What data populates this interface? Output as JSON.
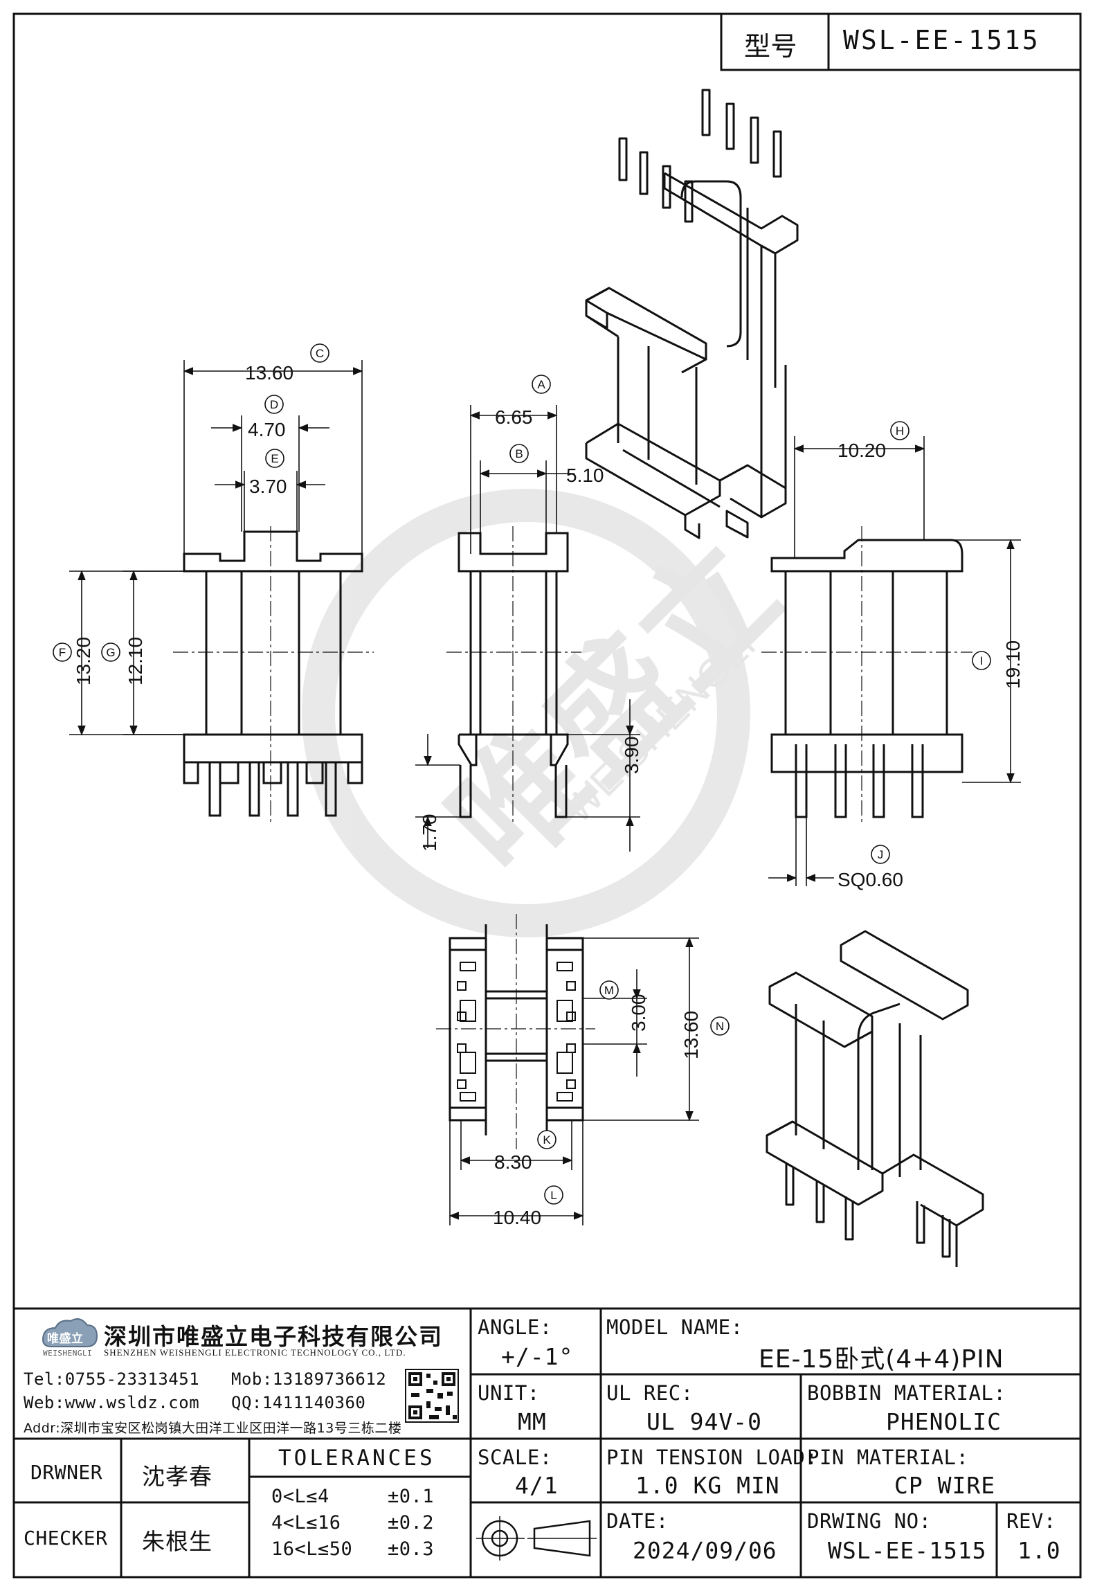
{
  "header": {
    "model_label": "型号",
    "model_value": "WSL-EE-1515"
  },
  "dimensions": {
    "front": {
      "c": "13.60",
      "d": "4.70",
      "e": "3.70",
      "f": "13.20",
      "g": "12.10"
    },
    "side": {
      "a": "6.65",
      "b": "5.10",
      "h_pin": "3.90",
      "h_base": "1.70"
    },
    "right": {
      "h": "10.20",
      "i": "19.10",
      "j": "SQ0.60"
    },
    "bottom": {
      "m": "3.00",
      "n": "13.60",
      "k": "8.30",
      "l": "10.40"
    },
    "markers": {
      "a": "A",
      "b": "B",
      "c": "C",
      "d": "D",
      "e": "E",
      "f": "F",
      "g": "G",
      "h": "H",
      "i": "I",
      "j": "J",
      "k": "K",
      "l": "L",
      "m": "M",
      "n": "N"
    }
  },
  "watermark": {
    "cn": "唯盛立",
    "en": "WEISHENGLI"
  },
  "company": {
    "logo_cn": "唯盛立",
    "logo_en": "WEISHENGLI",
    "name_cn": "深圳市唯盛立电子科技有限公司",
    "name_en": "SHENZHEN WEISHENGLI ELECTRONIC TECHNOLOGY CO., LTD.",
    "tel": "Tel:0755-23313451",
    "mob": "Mob:13189736612",
    "web": "Web:www.wsldz.com",
    "qq": "QQ:1411140360",
    "addr": "Addr:深圳市宝安区松岗镇大田洋工业区田洋一路13号三栋二楼"
  },
  "title_block": {
    "angle_label": "ANGLE:",
    "angle_value": "+/-1°",
    "model_name_label": "MODEL NAME:",
    "model_name_value": "EE-15卧式(4+4)PIN",
    "unit_label": "UNIT:",
    "unit_value": "MM",
    "ul_label": "UL REC:",
    "ul_value": "UL 94V-0",
    "bobbin_label": "BOBBIN MATERIAL:",
    "bobbin_value": "PHENOLIC",
    "drawer_label": "DRWNER",
    "drawer_value": "沈孝春",
    "checker_label": "CHECKER",
    "checker_value": "朱根生",
    "tolerances_label": "TOLERANCES",
    "tolerances": [
      {
        "range": "0<L≤4",
        "tol": "±0.1"
      },
      {
        "range": "4<L≤16",
        "tol": "±0.2"
      },
      {
        "range": "16<L≤50",
        "tol": "±0.3"
      }
    ],
    "scale_label": "SCALE:",
    "scale_value": "4/1",
    "pin_tension_label": "PIN TENSION LOAD:",
    "pin_tension_value": "1.0 KG MIN",
    "pin_material_label": "PIN MATERIAL:",
    "pin_material_value": "CP WIRE",
    "date_label": "DATE:",
    "date_value": "2024/09/06",
    "drawing_no_label": "DRWING NO:",
    "drawing_no_value": "WSL-EE-1515",
    "rev_label": "REV:",
    "rev_value": "1.0"
  }
}
